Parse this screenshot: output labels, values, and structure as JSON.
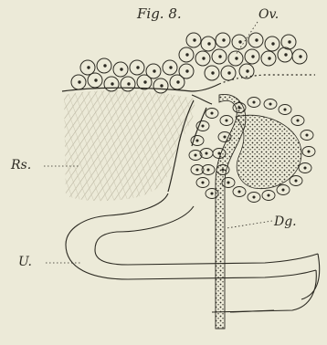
{
  "figure": {
    "title": "Fig. 8.",
    "labels": {
      "ov": "Ov.",
      "rs": "Rs.",
      "dg": "Dg.",
      "u": "U."
    }
  },
  "colors": {
    "paper": "#ecead8",
    "ink": "#2c2a22",
    "shading": "#b9b4a0"
  }
}
